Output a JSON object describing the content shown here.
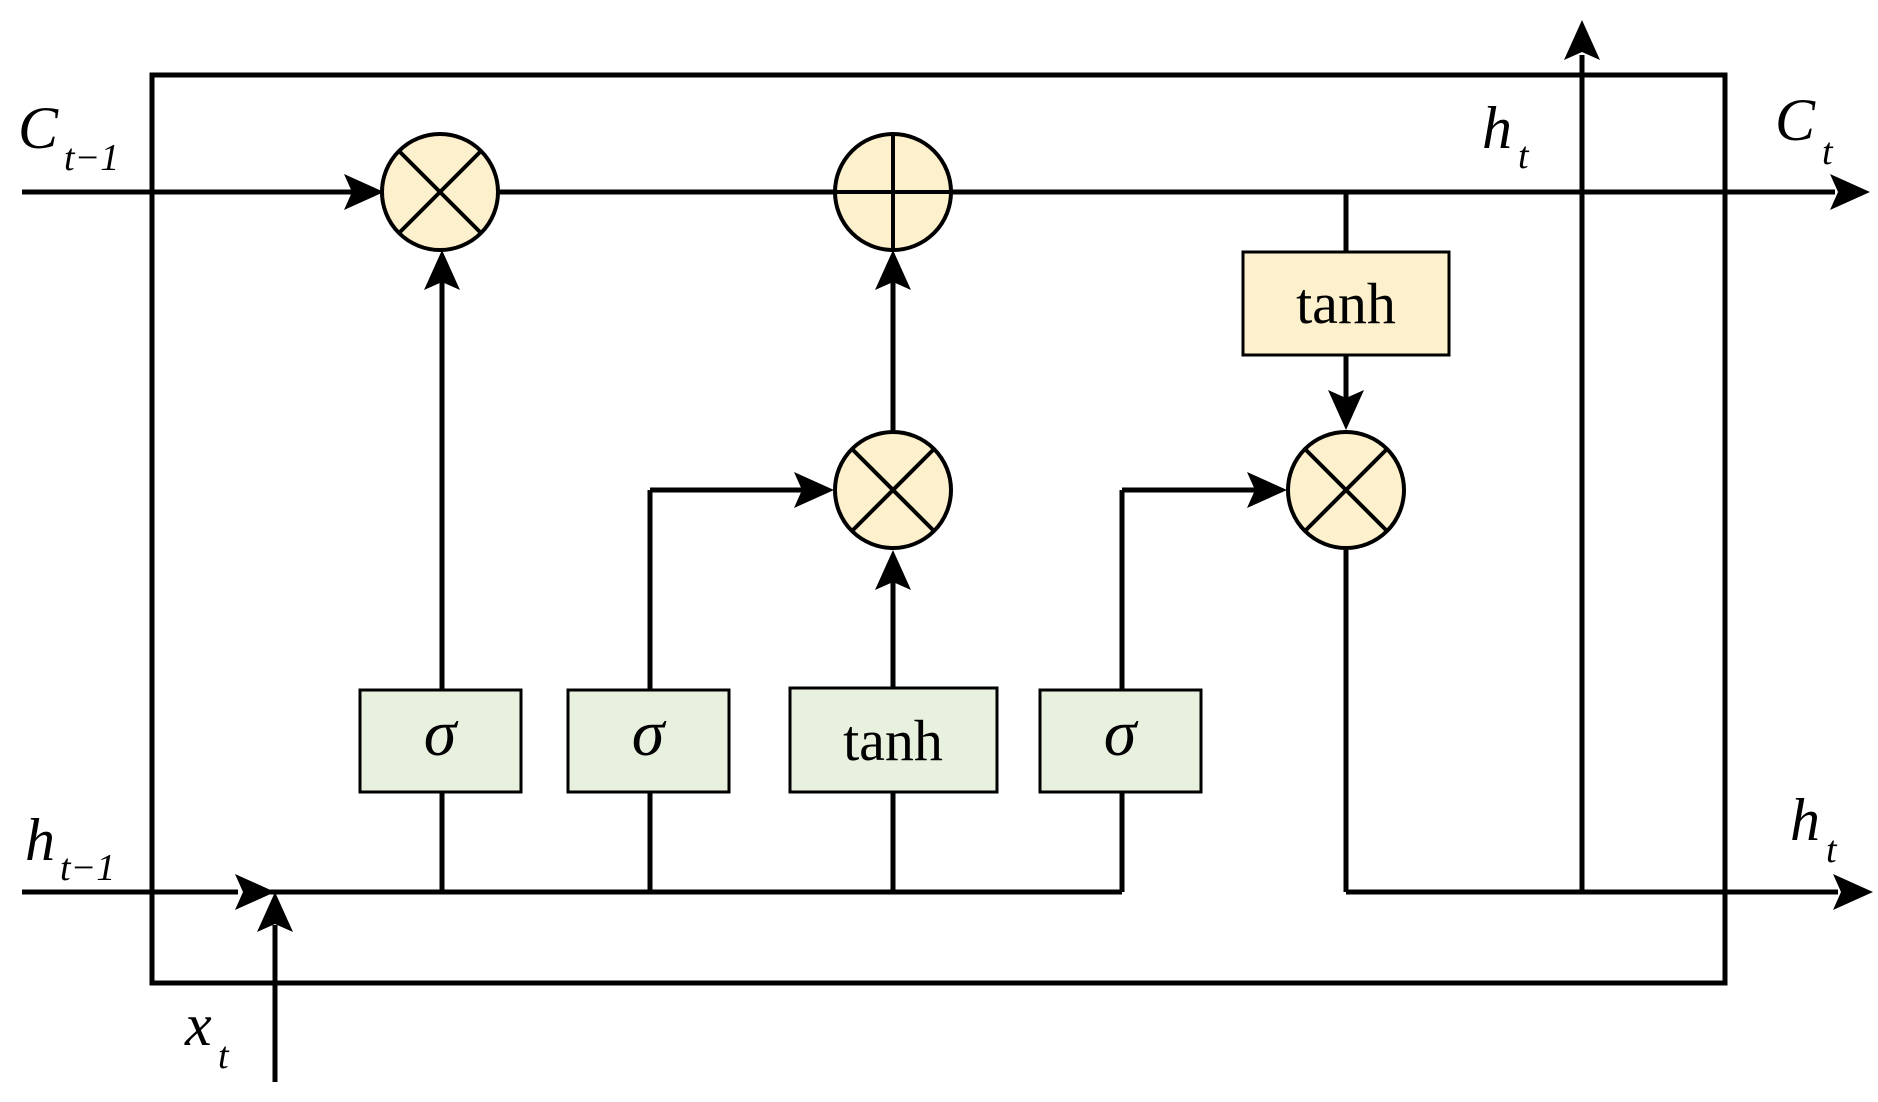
{
  "labels": {
    "c_prev": {
      "base": "C",
      "sub": "t−1"
    },
    "h_prev": {
      "base": "h",
      "sub": "t−1"
    },
    "x_t": {
      "base": "x",
      "sub": "t"
    },
    "c_t": {
      "base": "C",
      "sub": "t"
    },
    "h_t_top": {
      "base": "h",
      "sub": "t"
    },
    "h_t_right": {
      "base": "h",
      "sub": "t"
    }
  },
  "gates": {
    "forget_gate": "σ",
    "input_gate": "σ",
    "candidate": "tanh",
    "output_gate": "σ",
    "cell_tanh": "tanh"
  },
  "colors": {
    "gate_fill": "#e8f1de",
    "op_fill": "#fdf0cc",
    "stroke": "#000000"
  }
}
